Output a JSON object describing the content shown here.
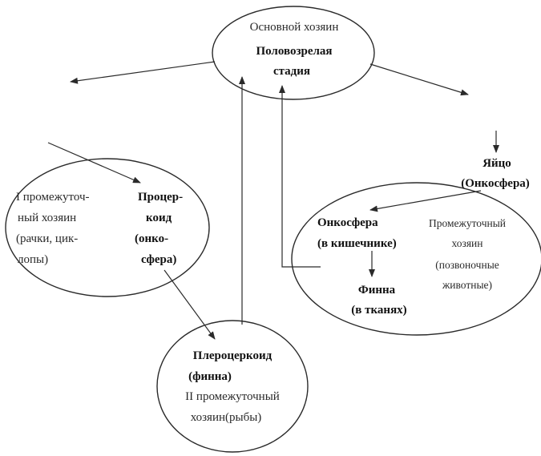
{
  "definitive_host": {
    "label": "Основной хозяин",
    "stage_line1": "Половозрелая",
    "stage_line2": "стадия"
  },
  "first_intermediate": {
    "host_line1": "I промежуточ-",
    "host_line2": "ный хозяин",
    "host_line3": "(рачки, цик-",
    "host_line4": "лопы)",
    "stage_line1": "Процер-",
    "stage_line2": "коид",
    "stage_line3": "(онко-",
    "stage_line4": "сфера)"
  },
  "second_intermediate": {
    "stage_line1": "Плероцеркоид",
    "stage_line2": "(финна)",
    "host_line1": "II промежуточный",
    "host_line2": "хозяин(рыбы)"
  },
  "egg": {
    "line1": "Яйцо",
    "line2": "(Онкосфера)"
  },
  "vertebrate_intermediate": {
    "stage1_line1": "Онкосфера",
    "stage1_line2": "(в кишечнике)",
    "host_line1": "Промежуточный",
    "host_line2": "хозяин",
    "host_line3": "(позвоночные",
    "host_line4": "животные)",
    "stage2_line1": "Финна",
    "stage2_line2": "(в тканях)"
  }
}
